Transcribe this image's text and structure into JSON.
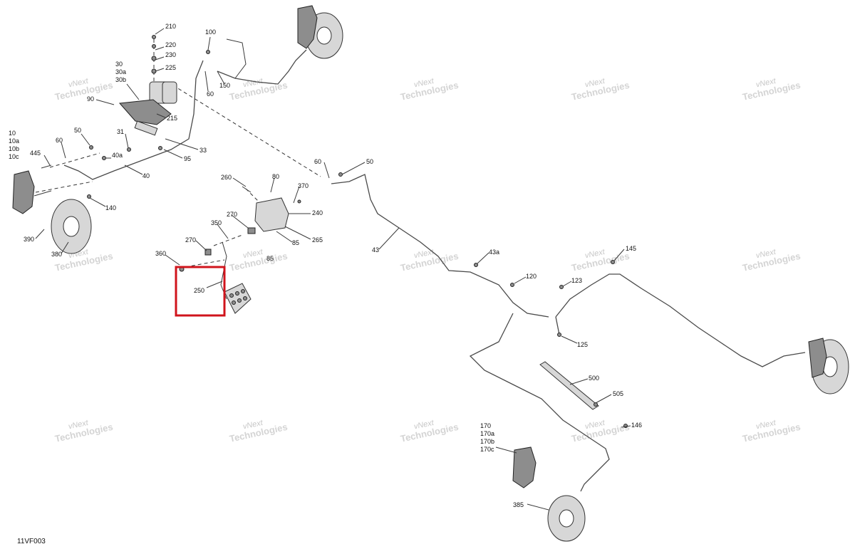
{
  "figure_id": "11VF003",
  "watermark": {
    "line1": "vNext",
    "line2": "Technologies",
    "brand": "vNext Technologies"
  },
  "highlight_color": "#d0141c",
  "callouts": {
    "c210": "210",
    "c220": "220",
    "c230": "230",
    "c225": "225",
    "c100": "100",
    "c30": "30",
    "c30a": "30a",
    "c30b": "30b",
    "c90": "90",
    "c150": "150",
    "c60a": "60",
    "c215": "215",
    "c31": "31",
    "c33": "33",
    "c95": "95",
    "c50a": "50",
    "c60b": "60",
    "c40a": "40a",
    "c40": "40",
    "c140": "140",
    "c10": "10",
    "c10a": "10a",
    "c10b": "10b",
    "c10c": "10c",
    "c445": "445",
    "c390": "390",
    "c380": "380",
    "c60c": "60",
    "c50b": "50",
    "c260": "260",
    "c80": "80",
    "c370": "370",
    "c240": "240",
    "c270a": "270",
    "c350": "350",
    "c265": "265",
    "c85a": "85",
    "c85b": "85",
    "c270b": "270",
    "c360": "360",
    "c250": "250",
    "c43": "43",
    "c43a": "43a",
    "c145": "145",
    "c120": "120",
    "c123": "123",
    "c125": "125",
    "c500": "500",
    "c505": "505",
    "c146": "146",
    "c170": "170",
    "c170a": "170a",
    "c170b": "170b",
    "c170c": "170c",
    "c385": "385"
  }
}
